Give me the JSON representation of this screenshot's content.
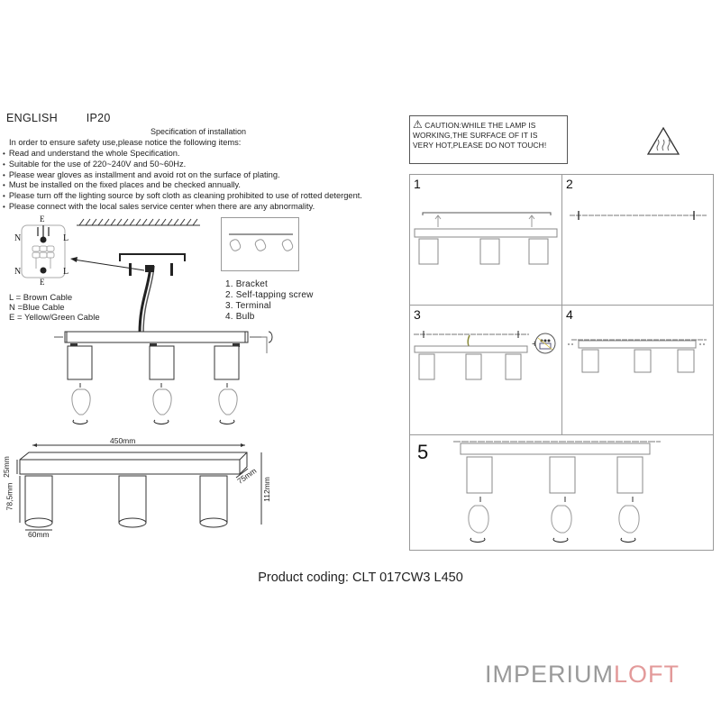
{
  "header": {
    "language": "ENGLISH",
    "ip_rating": "IP20",
    "title": "Specification of installation",
    "intro": "In order to ensure safety use,please notice the following items:"
  },
  "safety_items": [
    "Read and understand the whole Specification.",
    "Suitable for the use of 220~240V and 50~60Hz.",
    "Please wear gloves as installment and avoid rot on the surface of plating.",
    "Must be installed on the fixed places and be checked annually.",
    "Please turn off the lighting source by soft cloth as cleaning prohibited to use of rotted detergent.",
    "Please connect with the local sales service center when there are any abnormality."
  ],
  "terminal_diagram": {
    "labels": {
      "top": "E",
      "bottom": "E",
      "left_top": "N",
      "right_top": "L",
      "left_bottom": "N",
      "right_bottom": "L"
    }
  },
  "cable_legend": [
    "L = Brown Cable",
    "N =Blue Cable",
    "E = Yellow/Green Cable"
  ],
  "parts_list": [
    "1. Bracket",
    "2. Self-tapping screw",
    "3. Terminal",
    "4. Bulb"
  ],
  "dimensions": {
    "length": "450mm",
    "base_height": "25mm",
    "shade_height": "78,5mm",
    "shade_diameter": "60mm",
    "depth": "75mm",
    "total_height": "112mm"
  },
  "caution": {
    "icon": "warning-triangle-icon",
    "text_line1": "CAUTION:WHILE THE LAMP IS",
    "text_line2": "WORKING,THE SURFACE OF IT IS",
    "text_line3": "VERY HOT,PLEASE DO NOT TOUCH!",
    "hot_surface_icon": "hot-surface-icon"
  },
  "steps": [
    {
      "number": "1"
    },
    {
      "number": "2"
    },
    {
      "number": "3"
    },
    {
      "number": "4"
    },
    {
      "number": "5"
    }
  ],
  "product": {
    "coding": "Product coding: CLT 017CW3 L450"
  },
  "brand": {
    "part1": "IMPERIUM",
    "part2": "LOFT",
    "color1": "#9a9a9a",
    "color2": "#e39a9a"
  }
}
